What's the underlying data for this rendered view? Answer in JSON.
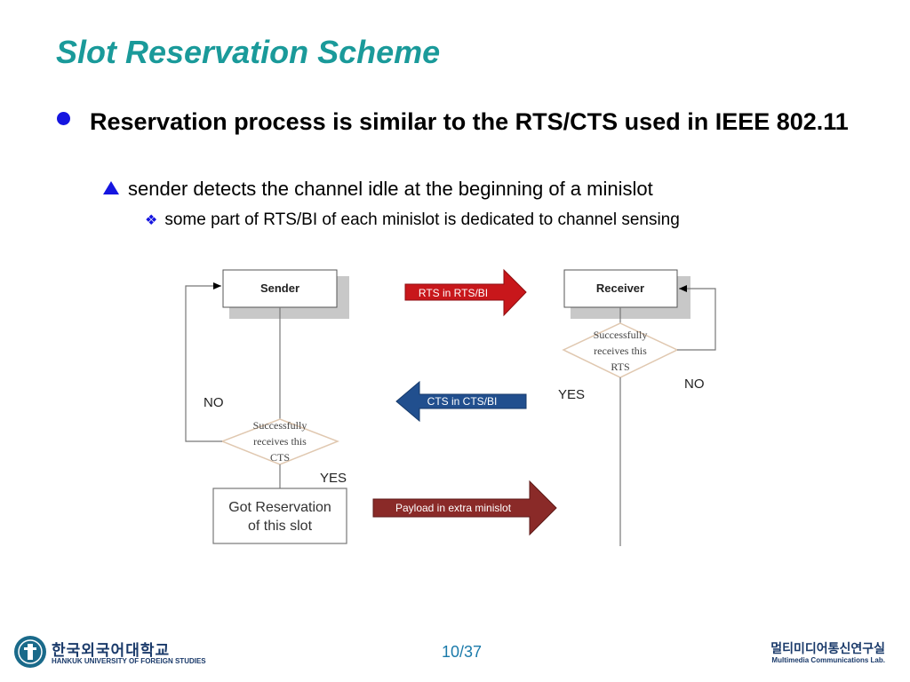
{
  "slide": {
    "title": "Slot Reservation Scheme",
    "bullet1": "Reservation process is similar to the RTS/CTS used in IEEE 802.11",
    "bullet2": "sender detects the channel idle at the beginning of a minislot",
    "bullet3": "some part of RTS/BI of each minislot is dedicated to channel sensing",
    "page_number": "10/37"
  },
  "diagram": {
    "sender_label": "Sender",
    "receiver_label": "Receiver",
    "sender_decision": [
      "Successfully",
      "receives this",
      "CTS"
    ],
    "receiver_decision": [
      "Successfully",
      "receives this",
      "RTS"
    ],
    "sender_no": "NO",
    "sender_yes": "YES",
    "receiver_no": "NO",
    "receiver_yes": "YES",
    "got_reservation": [
      "Got Reservation",
      "of this slot"
    ],
    "arrow_rts": "RTS in RTS/BI",
    "arrow_cts": "CTS in CTS/BI",
    "arrow_payload": "Payload in extra minislot",
    "colors": {
      "rts_arrow": "#c8171b",
      "cts_arrow": "#214f8e",
      "payload_arrow": "#8a2a28",
      "decision_border": "#e0c8b0"
    }
  },
  "footer": {
    "university_korean": "한국외국어대학교",
    "university_english": "HANKUK UNIVERSITY OF FOREIGN STUDIES",
    "lab_korean": "멀티미디어통신연구실",
    "lab_english": "Multimedia Communications Lab."
  }
}
